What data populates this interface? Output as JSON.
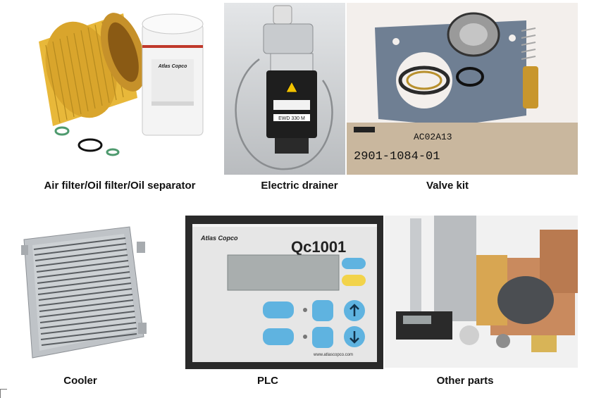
{
  "captions": {
    "filters": "Air filter/Oil filter/Oil separator",
    "drainer": "Electric drainer",
    "valve_kit": "Valve kit",
    "cooler": "Cooler",
    "plc": "PLC",
    "other_parts": "Other parts"
  },
  "product_text": {
    "brand": "Atlas Copco",
    "drainer_model": "EWD 330 M",
    "valve_kit_code": "AC02A13",
    "valve_kit_part": "2901-1084-01",
    "plc_model": "Qc1001",
    "plc_website": "www.atlascopco.com"
  },
  "colors": {
    "accent_blue": "#5fb3e0",
    "filter_yellow": "#e8b83a",
    "plc_panel": "#e6e6e6"
  }
}
